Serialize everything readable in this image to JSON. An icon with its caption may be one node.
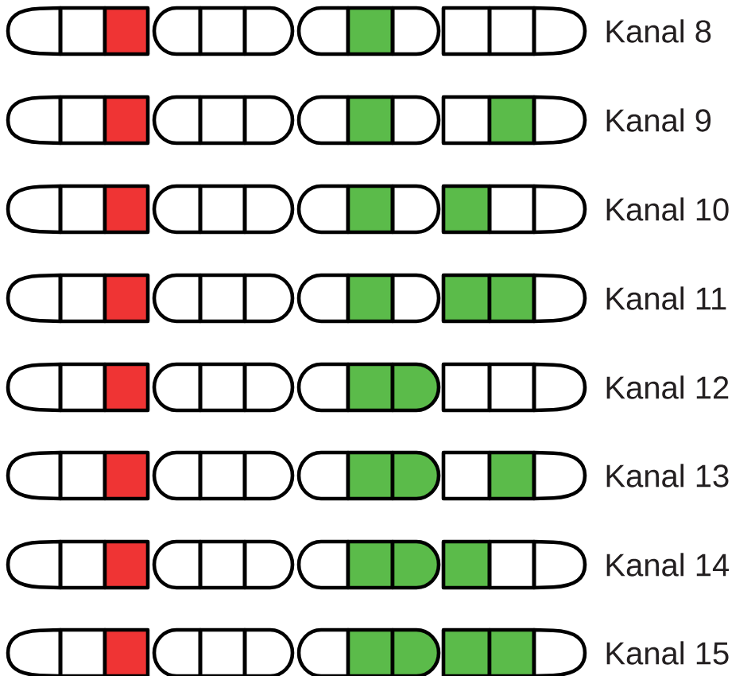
{
  "diagram": {
    "labels": [
      "Kanal 8",
      "Kanal 9",
      "Kanal 10",
      "Kanal 11",
      "Kanal 12",
      "Kanal 13",
      "Kanal 14",
      "Kanal 15"
    ]
  }
}
